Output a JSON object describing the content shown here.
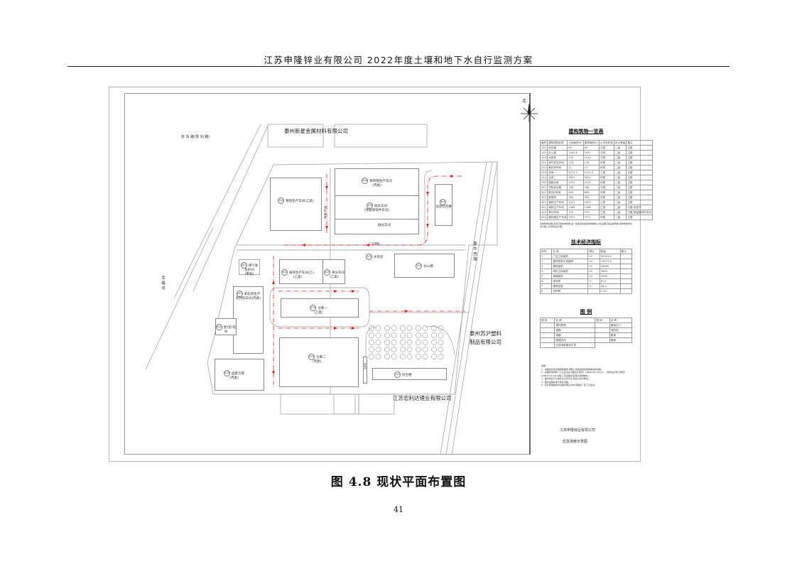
{
  "header": {
    "title": "江苏申隆锌业有限公司 2022年度土壤和地下水自行监测方案"
  },
  "plan": {
    "north_label": "北",
    "road_top_left": "张 东 路(规 划 路)",
    "river_label": "幸 福 河",
    "road_right": "泰 东 西 路",
    "neighbor_north": "泰州新星金属材料有限公司",
    "neighbor_east": [
      "泰州苏沪塑料",
      "制品有限公司"
    ],
    "neighbor_south": "江苏宏利达锂业有限公司",
    "road_label": "厂区道路",
    "fire_lane": "消 防 通 道",
    "buildings": [
      {
        "no": "401",
        "name": "镀锌生产车间(乙类)"
      },
      {
        "no": "404",
        "name": "镀锌钢生产车间",
        "sub": "(丙类)"
      },
      {
        "no": "405",
        "name": "抛丸车间",
        "sub": "(预留镀锌件车间)"
      },
      {
        "no": "406",
        "name": "抛丸车间"
      },
      {
        "no": "301",
        "name": "试验综合楼"
      },
      {
        "no": "102",
        "name": "办公楼"
      },
      {
        "no": "103",
        "name": "水泵房"
      },
      {
        "no": "402",
        "name": "铸锌生产车间(乙)",
        "sub": "(乙类)"
      },
      {
        "no": "403",
        "name": "筛分车间",
        "sub": "(乙类)"
      },
      {
        "no": "201",
        "name": "煤气发生炉间",
        "sub": "(甲类)"
      },
      {
        "no": "202",
        "name": "氧化锌生产",
        "sub": "原材料车间(丙类)"
      },
      {
        "no": "302",
        "name": "配(变)电间"
      },
      {
        "no": "203",
        "name": "仓库一",
        "sub": "(乙类)"
      },
      {
        "no": "204",
        "name": "仓库二",
        "sub": "(丙类)"
      },
      {
        "no": "205",
        "name": "固废仓库",
        "sub": "(丙类)"
      },
      {
        "no": "101",
        "name": "综合楼"
      },
      {
        "no": "303",
        "name": "配电间"
      }
    ]
  },
  "building_table": {
    "title": "建构筑物一览表",
    "headers": [
      "编号",
      "建构筑物名称",
      "占地面积m²",
      "建筑面积m²",
      "火灾危险性",
      "耐火等级",
      "备注"
    ],
    "rows": [
      [
        "101",
        "综合楼",
        "63",
        "63",
        "戊类",
        "二级",
        "主楼"
      ],
      [
        "102",
        "办公楼",
        "1042.8",
        "2457",
        "戊类",
        "二级",
        "主楼"
      ],
      [
        "103",
        "水泵房",
        "470",
        "1410",
        "戊类",
        "二级",
        "主楼"
      ],
      [
        "201",
        "煤气发生炉间",
        "116",
        "116",
        "甲类",
        "二级",
        "主楼"
      ],
      [
        "202",
        "氧化锌车间",
        "21",
        "21",
        "丙类",
        "二级",
        "主楼"
      ],
      [
        "203",
        "仓库一",
        "4712.3",
        "4712.3",
        "乙类",
        "二级",
        "主楼"
      ],
      [
        "204",
        "仓库二",
        "3621",
        "3621",
        "丙类",
        "二级",
        "主楼"
      ],
      [
        "205",
        "固废仓库",
        "2220",
        "2220",
        "丙类",
        "二级",
        "主楼"
      ],
      [
        "301",
        "试验综合楼",
        "786",
        "786",
        "戊类",
        "二级",
        "主楼"
      ],
      [
        "302",
        "配(变)电间",
        "806",
        "806",
        "丙类",
        "二级",
        "主楼"
      ],
      [
        "303",
        "配电间",
        "365",
        "365",
        "丙类",
        "二级",
        "主楼"
      ],
      [
        "401",
        "镀锌生产车间",
        "1007",
        "1007",
        "乙类",
        "二级",
        "主楼"
      ],
      [
        "402",
        "铸锌生产车间",
        "1366",
        "1366",
        "乙类",
        "二级",
        "已建,未投产"
      ],
      [
        "403",
        "筛分车间",
        "370",
        "370",
        "乙类",
        "二级",
        "已建,预留镀锌件车间"
      ],
      [
        "404",
        "镀锌钢生产车间",
        "7972",
        "7972",
        "丙类",
        "二级",
        "主楼"
      ]
    ],
    "note": "建构筑物说明:表列已建建构筑物,第一批项目新建建构筑物等,以及后期已建设建筑物,建构筑物详见总平面,以实际建设为准。"
  },
  "indicator_table": {
    "title": "技术经济指标",
    "headers": [
      "序号",
      "名 称",
      "单位",
      "数量",
      "备注"
    ],
    "rows": [
      [
        "1",
        "厂区占地面积",
        "m²",
        "30193.8",
        ""
      ],
      [
        "2",
        "建构筑物占地面积",
        "m²",
        "12477.8",
        ""
      ],
      [
        "3",
        "建筑面积",
        "m²",
        "16600",
        ""
      ],
      [
        "4",
        "绿化占地面积",
        "m²",
        "2800",
        ""
      ],
      [
        "5",
        "道路面积",
        "m²",
        "2400",
        ""
      ],
      [
        "6",
        "绿地率",
        "%",
        "8.57",
        ""
      ],
      [
        "7",
        "建筑密度",
        "%",
        "38.2",
        ""
      ],
      [
        "8",
        "容积率",
        "",
        "0.49",
        ""
      ]
    ]
  },
  "legend": {
    "title": "图  例",
    "headers": [
      "图 例",
      "名 称",
      "图 例",
      "名 称"
    ],
    "rows": [
      [
        "建构筑物",
        "围墙大门"
      ],
      [
        "道路",
        "消防栓"
      ],
      [
        "储罐",
        "管道"
      ],
      [
        "围墙边线",
        "管廊"
      ],
      [
        "应急疏散路线示意"
      ]
    ]
  },
  "notes": {
    "title": "说明:",
    "lines": [
      "1、本图坐标和高程按照图纸,按照公司提供的建构筑物资料绘制。",
      "2、总图布置参照《工业企业总平面设计规范》(GB50187-2012)、《建筑设计防火规范》(GB50016-2014)等,厂区道路宽度满足消防要求。",
      "3、图中所标尺寸除标高以米计外,其余以米为单位。",
      "4、图中道路标准为现状道路。",
      "5、应急疏散路线详见图中箭头方向,疏散至厂区门口集合。"
    ]
  },
  "title_block": {
    "company": "江苏申隆锌业有限公司",
    "drawing": "应急疏散示意图"
  },
  "caption": "图 4.8 现状平面布置图",
  "page_number": "41",
  "colors": {
    "evac_arrow": "#e02020",
    "line": "#888888"
  }
}
